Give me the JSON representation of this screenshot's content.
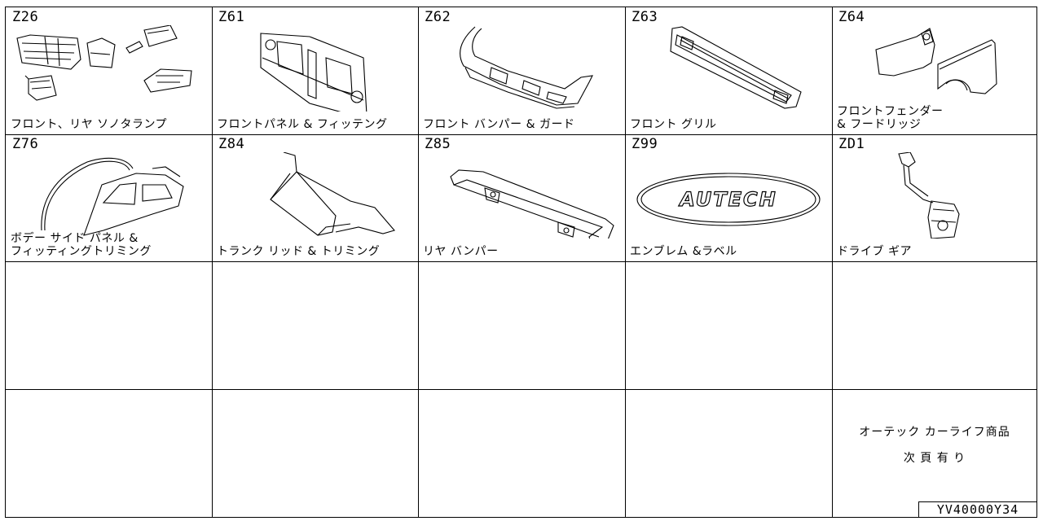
{
  "sections": [
    {
      "code": "Z26",
      "title": "フロント、リヤ ソノタランプ"
    },
    {
      "code": "Z61",
      "title": "フロントパネル & フィッテング"
    },
    {
      "code": "Z62",
      "title": "フロント バンパー & ガード"
    },
    {
      "code": "Z63",
      "title": "フロント グリル"
    },
    {
      "code": "Z64",
      "title": "フロントフェンダー\n& フードリッジ"
    },
    {
      "code": "Z76",
      "title": "ボデー サイド パネル &\nフィッティングトリミング"
    },
    {
      "code": "Z84",
      "title": "トランク リッド & トリミング"
    },
    {
      "code": "Z85",
      "title": "リヤ バンパー"
    },
    {
      "code": "Z99",
      "title": "エンブレム &ラベル"
    },
    {
      "code": "ZD1",
      "title": "ドライブ ギア"
    }
  ],
  "emblem_text": "AUTECH",
  "footer_note": {
    "line1": "オーテック カーライフ商品",
    "line2": "次 頁 有 り"
  },
  "page_ref": "YV40000Y34"
}
